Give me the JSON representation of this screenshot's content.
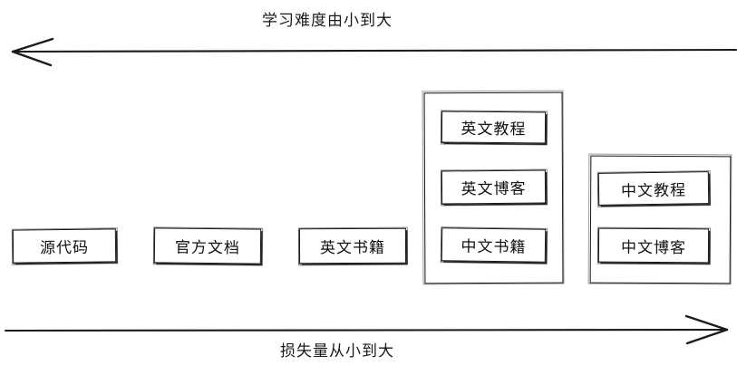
{
  "diagram": {
    "title_top": "学习难度由小到大",
    "title_bottom": "损失量从小到大",
    "axes": {
      "top": {
        "direction": "left",
        "icon": "left-arrow-icon",
        "label": "学习难度由小到大"
      },
      "bottom": {
        "direction": "right",
        "icon": "right-arrow-icon",
        "label": "损失量从小到大"
      }
    },
    "stroke_color": "#151515",
    "background_color": "#ffffff",
    "nodes": [
      {
        "id": "source-code",
        "label": "源代码"
      },
      {
        "id": "official-doc",
        "label": "官方文档"
      },
      {
        "id": "english-book",
        "label": "英文书籍"
      }
    ],
    "groups": [
      {
        "id": "english-group",
        "items": [
          {
            "id": "english-tutorial",
            "label": "英文教程"
          },
          {
            "id": "english-blog",
            "label": "英文博客"
          },
          {
            "id": "chinese-book",
            "label": "中文书籍"
          }
        ]
      },
      {
        "id": "chinese-group",
        "items": [
          {
            "id": "chinese-tutorial",
            "label": "中文教程"
          },
          {
            "id": "chinese-blog",
            "label": "中文博客"
          }
        ]
      }
    ]
  }
}
